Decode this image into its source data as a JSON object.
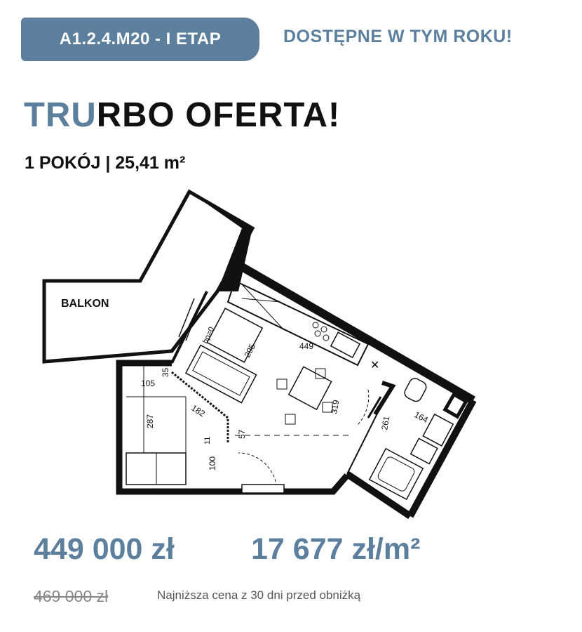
{
  "header": {
    "code_badge": "A1.2.4.M20 - I ETAP",
    "availability": "DOSTĘPNE W TYM ROKU!"
  },
  "headline": {
    "accent": "TRU",
    "rest": "RBO OFERTA!"
  },
  "subtitle": "1 POKÓJ | 25,41 m²",
  "floorplan": {
    "balcony_label": "BALKON",
    "dimensions": [
      "hp=0",
      "295",
      "449",
      "105",
      "35",
      "182",
      "287",
      "57",
      "100",
      "319",
      "261",
      "164",
      "11"
    ]
  },
  "pricing": {
    "price": "449 000 zł",
    "price_per_m2": "17 677 zł/m²",
    "old_price": "469 000 zł",
    "note": "Najniższa cena z 30 dni przed obniżką"
  },
  "colors": {
    "accent": "#5b7f9c",
    "text": "#111111"
  }
}
